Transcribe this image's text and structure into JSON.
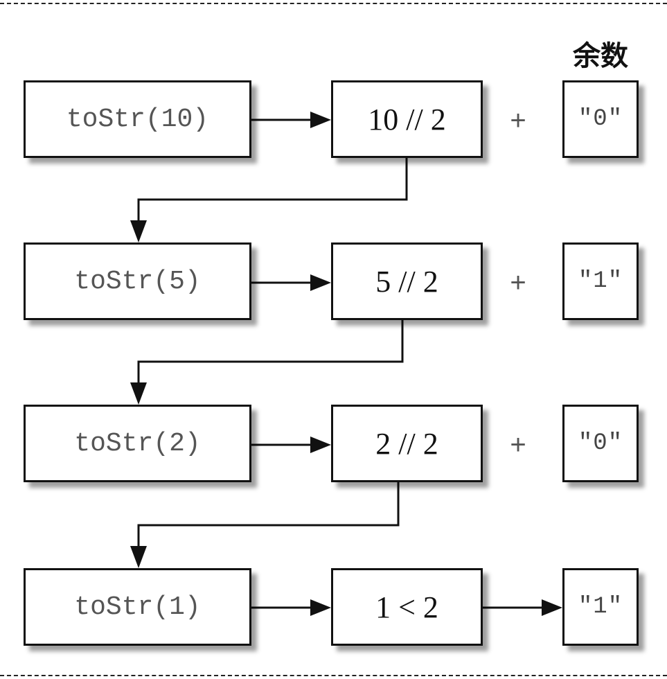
{
  "header": "余数",
  "rows": [
    {
      "call": "toStr(10)",
      "op": "10 // 2",
      "connector": "+",
      "remainder": "\"0\""
    },
    {
      "call": "toStr(5)",
      "op": "5 // 2",
      "connector": "+",
      "remainder": "\"1\""
    },
    {
      "call": "toStr(2)",
      "op": "2 // 2",
      "connector": "+",
      "remainder": "\"0\""
    },
    {
      "call": "toStr(1)",
      "op": "1 < 2",
      "connector": "",
      "remainder": "\"1\""
    }
  ]
}
